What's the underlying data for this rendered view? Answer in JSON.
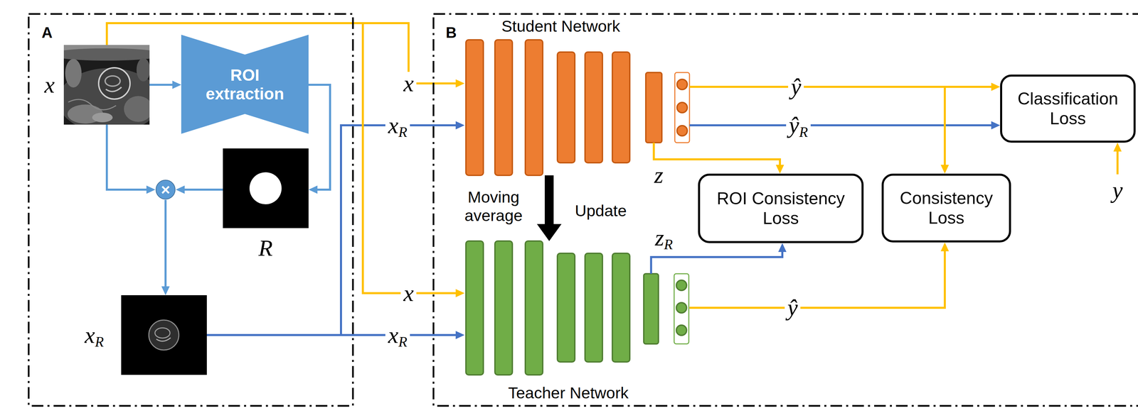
{
  "diagram": {
    "nodes": [
      {
        "text": [
          "A"
        ]
      },
      {
        "text": [
          "B"
        ]
      },
      {
        "text": [
          "x"
        ],
        "in": 0
      },
      {
        "text": [
          "ROI extraction"
        ],
        "in": 0
      },
      {
        "text": [
          "R"
        ],
        "in": 0
      },
      {
        "text": [
          "×"
        ],
        "in": 0
      },
      {
        "text": [
          "xR"
        ],
        "in": 0
      },
      {
        "text": [
          "Student Network"
        ],
        "in": 1
      },
      {
        "text": [
          "Teacher Network"
        ],
        "in": 1
      },
      {
        "text": [
          "ROI Consistency Loss"
        ],
        "in": 1
      },
      {
        "text": [
          "Consistency Loss"
        ],
        "in": 1
      },
      {
        "text": [
          "Classification Loss"
        ],
        "in": 1
      }
    ],
    "edges": [
      {
        "from": 2,
        "to": 3,
        "arrow": "to"
      },
      {
        "from": 3,
        "to": 4,
        "arrow": "to"
      },
      {
        "from": 2,
        "to": 5,
        "arrow": "to"
      },
      {
        "from": 4,
        "to": 5,
        "arrow": "to"
      },
      {
        "from": 5,
        "to": 6,
        "arrow": "to"
      },
      {
        "from": 2,
        "to": 7,
        "label": "x",
        "arrow": "to"
      },
      {
        "from": 6,
        "to": 7,
        "label": "xR",
        "arrow": "to"
      },
      {
        "from": 2,
        "to": 8,
        "label": "x",
        "arrow": "to"
      },
      {
        "from": 6,
        "to": 8,
        "label": "xR",
        "arrow": "to"
      },
      {
        "from": 7,
        "to": 8,
        "arrow": "to"
      },
      {
        "from": 7,
        "to": 11,
        "label": "ŷ",
        "arrow": "to"
      },
      {
        "from": 7,
        "to": 11,
        "label": "ŷR",
        "arrow": "to"
      },
      {
        "from": 7,
        "to": 10,
        "arrow": "to"
      },
      {
        "from": 7,
        "to": 9,
        "arrow": "to"
      },
      {
        "from": 8,
        "to": 9,
        "arrow": "to"
      },
      {
        "from": 8,
        "to": 10,
        "label": "ŷ",
        "arrow": "to"
      }
    ],
    "labels": [
      "Moving average",
      "Update",
      "z",
      "zR",
      "y"
    ]
  }
}
